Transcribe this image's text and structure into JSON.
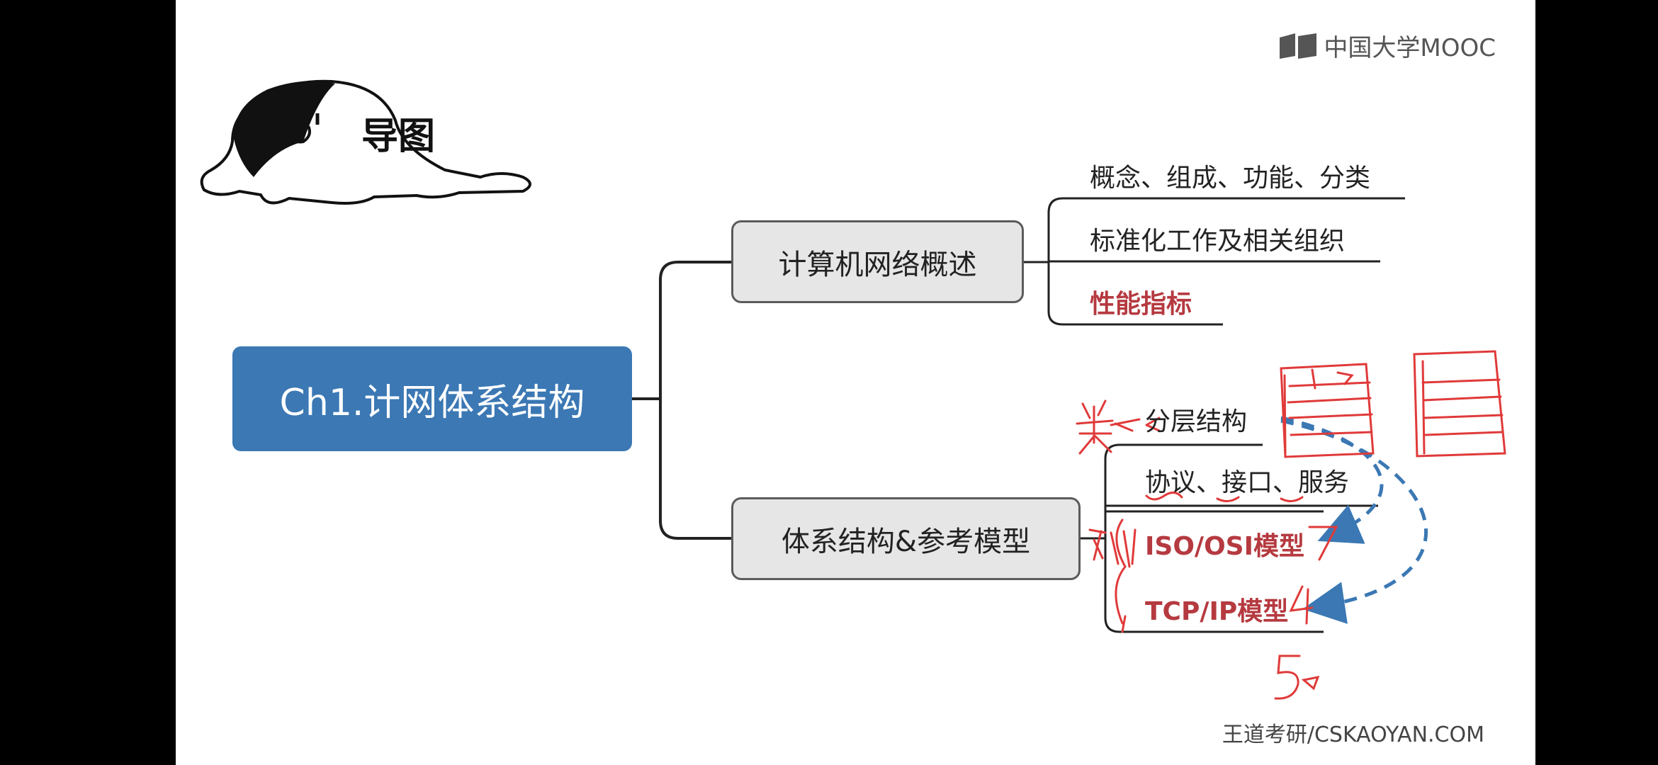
{
  "brand": {
    "text": "中国大学MOOC"
  },
  "mascot": {
    "label": "导图"
  },
  "mindmap": {
    "root": "Ch1.计网体系结构",
    "branches": [
      {
        "label": "计算机网络概述",
        "children": [
          {
            "label": "概念、组成、功能、分类",
            "highlight": false
          },
          {
            "label": "标准化工作及相关组织",
            "highlight": false
          },
          {
            "label": "性能指标",
            "highlight": true
          }
        ]
      },
      {
        "label": "体系结构&参考模型",
        "children": [
          {
            "label": "分层结构",
            "highlight": false
          },
          {
            "label": "协议、接口、服务",
            "highlight": false
          },
          {
            "label": "ISO/OSI模型",
            "highlight": true
          },
          {
            "label": "TCP/IP模型",
            "highlight": true
          }
        ]
      }
    ]
  },
  "annotations": {
    "number_seven": "7",
    "number_four": "4",
    "number_five": "5"
  },
  "colors": {
    "root_fill": "#3b78b4",
    "node_fill": "#e6e6e6",
    "highlight_text": "#b53a40",
    "ink_red": "#e03a3a",
    "arrow_blue": "#3b78b4"
  },
  "footer": {
    "text": "王道考研/CSKAOYAN.COM"
  }
}
